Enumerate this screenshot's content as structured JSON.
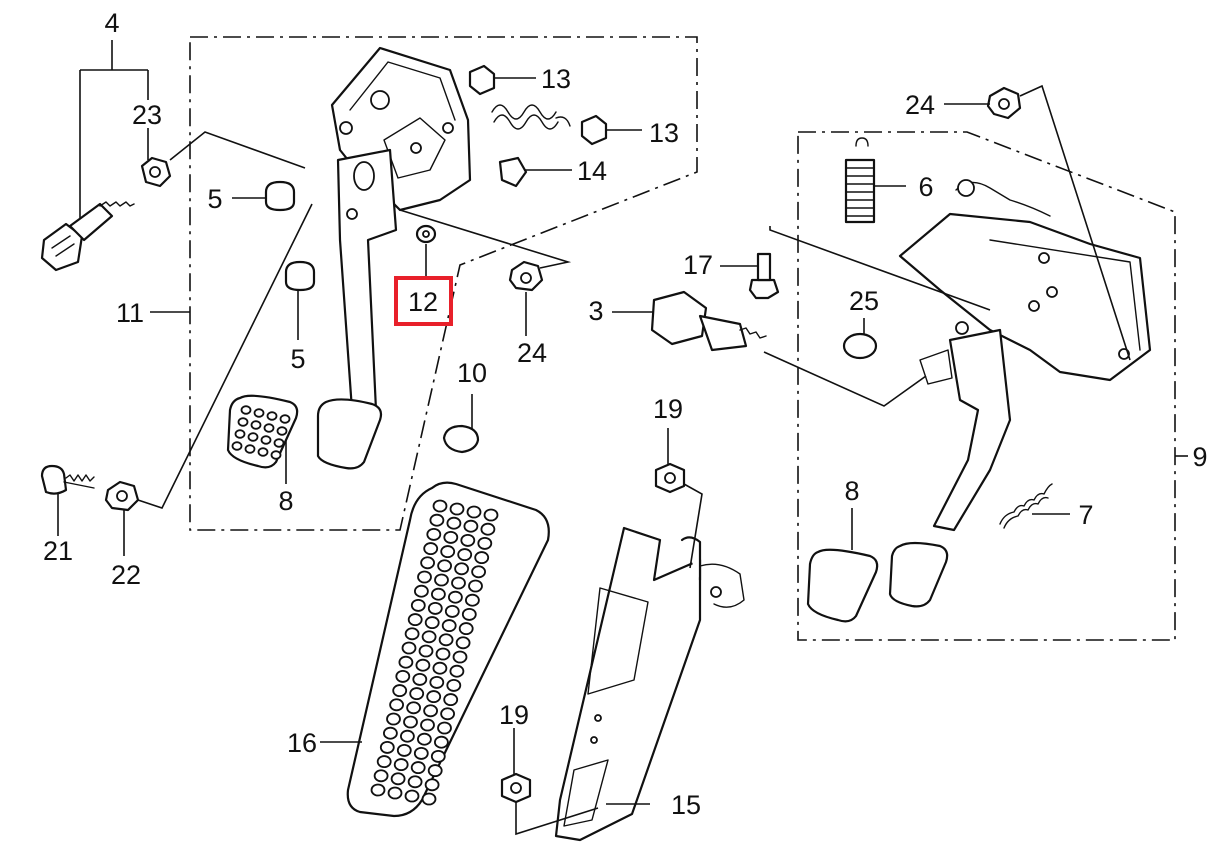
{
  "diagram": {
    "callouts": {
      "c4": "4",
      "c23": "23",
      "c5a": "5",
      "c5b": "5",
      "c11": "11",
      "c12": "12",
      "c13a": "13",
      "c13b": "13",
      "c14": "14",
      "c24a": "24",
      "c24b": "24",
      "c8a": "8",
      "c8b": "8",
      "c10": "10",
      "c21": "21",
      "c22": "22",
      "c3": "3",
      "c17": "17",
      "c25": "25",
      "c6": "6",
      "c9": "9",
      "c7": "7",
      "c19a": "19",
      "c19b": "19",
      "c16": "16",
      "c15": "15"
    },
    "highlighted_callout": "12",
    "highlight_color": "#e8202a",
    "line_color": "#111111",
    "background": "#ffffff"
  }
}
